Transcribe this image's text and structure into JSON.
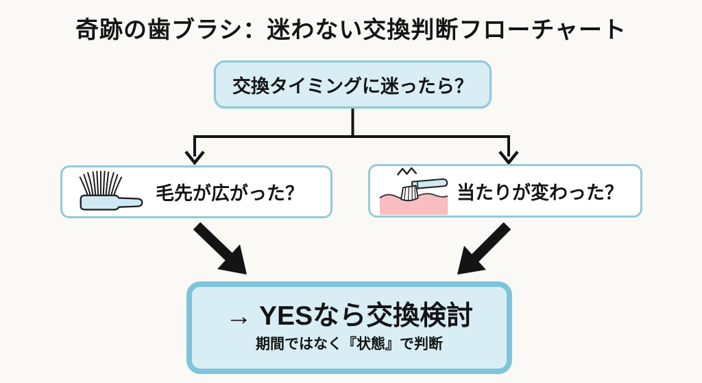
{
  "page": {
    "title": "奇跡の歯ブラシ：迷わない交換判断フローチャート",
    "background": "#faf9f6"
  },
  "colors": {
    "box_fill_blue": "#d9edf5",
    "box_border_blue": "#8ec8da",
    "result_border_blue": "#7cc5db",
    "branch_fill": "#ffffff",
    "line_black": "#141414",
    "gum_pink": "#f7bdc1",
    "brush_handle_blue": "#cfe9f3"
  },
  "flowchart": {
    "start": {
      "label": "交換タイミングに迷ったら？"
    },
    "branches": [
      {
        "icon": "toothbrush-splayed-icon",
        "label": "毛先が広がった？"
      },
      {
        "icon": "toothbrush-gum-icon",
        "label": "当たりが変わった？"
      }
    ],
    "result": {
      "main": "→ YESなら交換検討",
      "sub": "期間ではなく『状態』で判断"
    }
  }
}
